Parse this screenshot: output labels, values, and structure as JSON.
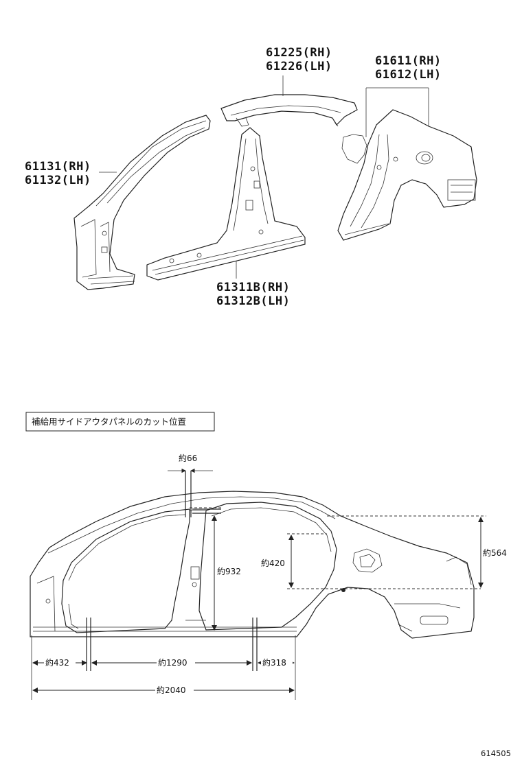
{
  "parts": {
    "roof_side_rail": {
      "rh": "61225(RH)",
      "lh": "61226(LH)"
    },
    "quarter_panel": {
      "rh": "61611(RH)",
      "lh": "61612(LH)"
    },
    "front_pillar": {
      "rh": "61131(RH)",
      "lh": "61132(LH)"
    },
    "rocker_panel": {
      "rh": "61311B(RH)",
      "lh": "61312B(LH)"
    }
  },
  "cut_section": {
    "caption": "補給用サイドアウタパネルのカット位置",
    "dimensions": {
      "top_width": "約66",
      "pillar_height": "約932",
      "quarter_height": "約420",
      "rear_height": "約564",
      "front_length": "約432",
      "middle_length": "約1290",
      "rear_length": "約318",
      "total_length": "約2040"
    }
  },
  "figure_number": "614505"
}
